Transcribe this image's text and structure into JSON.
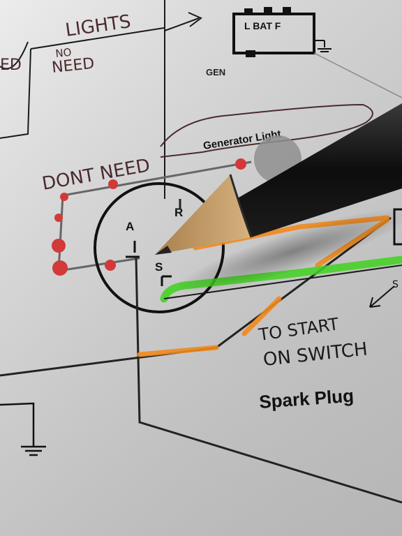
{
  "photo": {
    "description_free": true,
    "handwriting": {
      "lights": "LIGHTS",
      "no_need_1": "NO",
      "no_need_2": "NEED",
      "dont_need": "DONT NEED",
      "to_start_1": "TO START",
      "to_start_2": "ON SWITCH",
      "fragment_left": "ED",
      "fragment_s": "S"
    },
    "printed": {
      "regulator_label": "L BAT F",
      "gen_label": "GEN",
      "generator_light": "Generator Light",
      "terminal_a": "A",
      "terminal_r": "R",
      "terminal_s": "S",
      "spark_plug": "Spark Plug"
    },
    "colors": {
      "paper": "#e0e0e0",
      "ink": "#1a1a1a",
      "red_dots": "#d23a3a",
      "orange_highlight": "#f08a1e",
      "green_highlight": "#3fd21e",
      "pencil_body": "#1a1a1a",
      "pencil_wood": "#c9a16e"
    }
  }
}
